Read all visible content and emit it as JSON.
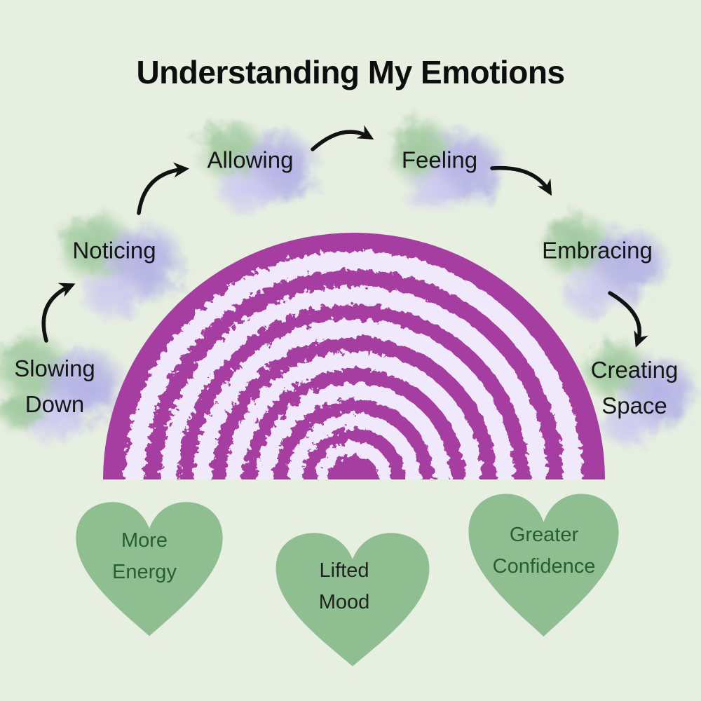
{
  "title": "Understanding My Emotions",
  "steps": [
    {
      "id": "slowing-down",
      "lines": [
        "Slowing",
        "Down"
      ]
    },
    {
      "id": "noticing",
      "lines": [
        "Noticing"
      ]
    },
    {
      "id": "allowing",
      "lines": [
        "Allowing"
      ]
    },
    {
      "id": "feeling",
      "lines": [
        "Feeling"
      ]
    },
    {
      "id": "embracing",
      "lines": [
        "Embracing"
      ]
    },
    {
      "id": "creating-space",
      "lines": [
        "Creating",
        "Space"
      ]
    }
  ],
  "flow_arrows": [
    {
      "from": "slowing-down",
      "to": "noticing"
    },
    {
      "from": "noticing",
      "to": "allowing"
    },
    {
      "from": "allowing",
      "to": "feeling"
    },
    {
      "from": "feeling",
      "to": "embracing"
    },
    {
      "from": "embracing",
      "to": "creating-space"
    }
  ],
  "benefits": [
    {
      "id": "more-energy",
      "lines": [
        "More",
        "Energy"
      ]
    },
    {
      "id": "lifted-mood",
      "lines": [
        "Lifted",
        "Mood"
      ]
    },
    {
      "id": "greater-confidence",
      "lines": [
        "Greater",
        "Confidence"
      ]
    }
  ],
  "icons": {
    "flow_arrow": "curved-black-arrow",
    "benefit": "green-heart",
    "step_background": "watercolor-cloud-blob",
    "center_image": "chalk-rainbow-semicircle"
  },
  "palette": {
    "background": "#e7efe0",
    "rainbow_magenta": "#a63da0",
    "rainbow_ring_white": "#efe9fb",
    "heart_green": "#8fbe90",
    "heart_text_green": "#2b5c36",
    "heart_text_dark": "#20241f",
    "blob_green": "#9cc79b",
    "blob_lavender": "#b3b0e6",
    "arrow_black": "#121212",
    "title_black": "#0e0e0e"
  }
}
